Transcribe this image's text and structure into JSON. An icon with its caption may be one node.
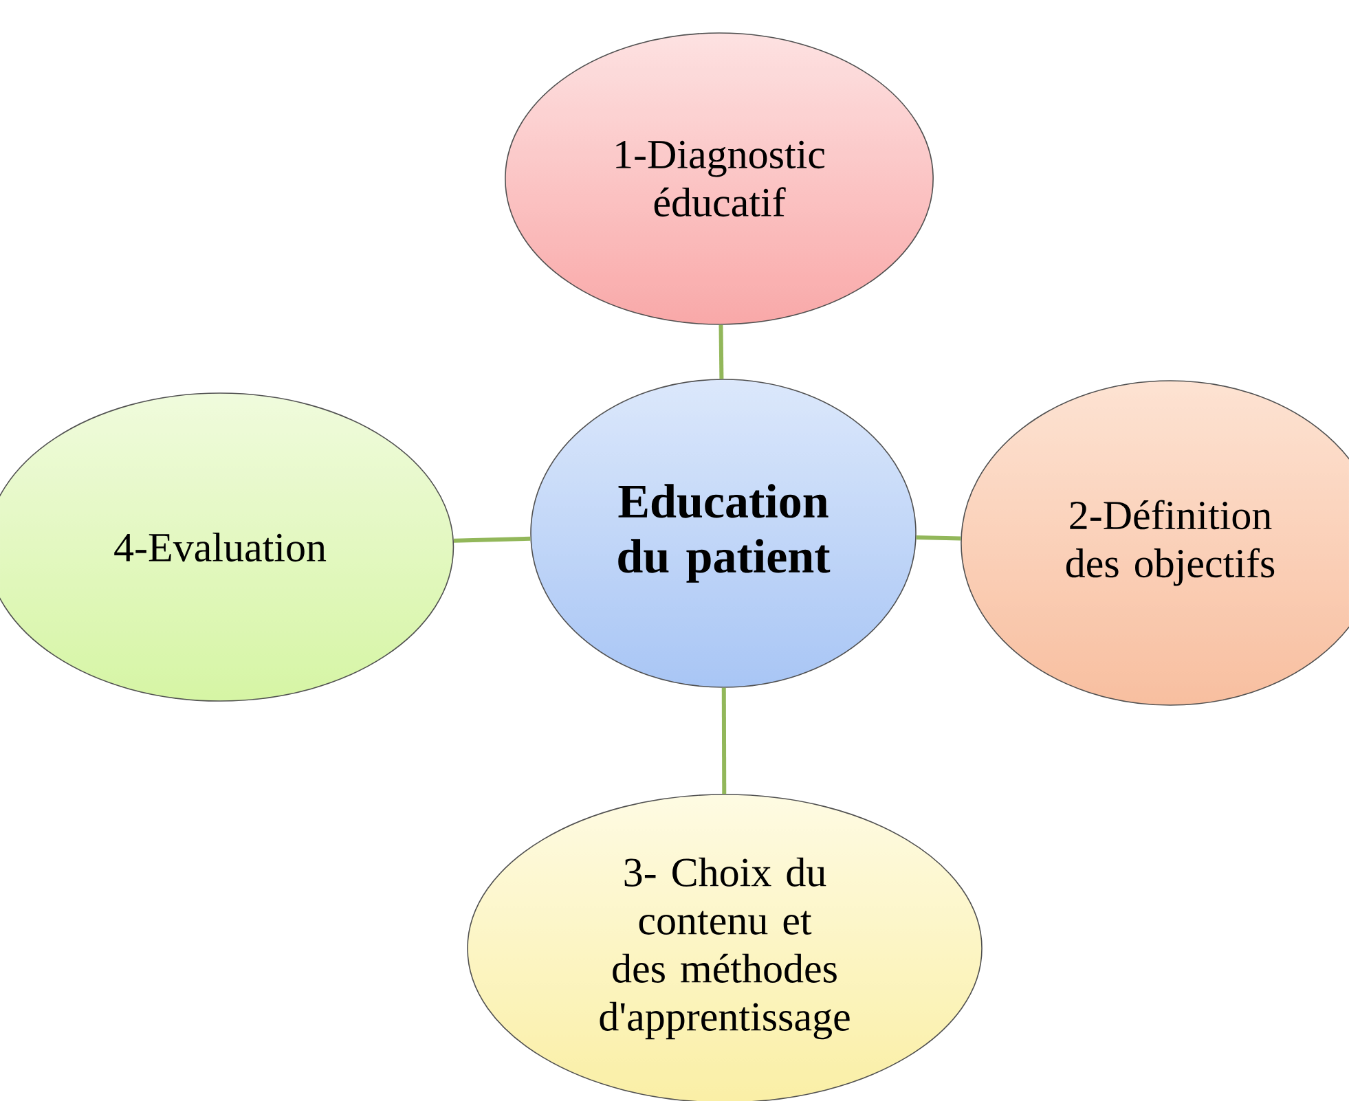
{
  "diagram": {
    "nodes": [
      {
        "text": [
          "Education du patient"
        ]
      },
      {
        "text": [
          "1-Diagnostic éducatif"
        ]
      },
      {
        "text": [
          "2-Définition des objectifs"
        ]
      },
      {
        "text": [
          "3- Choix du contenu et des méthodes d'apprentissage"
        ]
      },
      {
        "text": [
          "4-Evaluation"
        ]
      }
    ],
    "edges": [
      {
        "from": 0,
        "to": 1,
        "arrow": "none"
      },
      {
        "from": 0,
        "to": 2,
        "arrow": "none"
      },
      {
        "from": 0,
        "to": 3,
        "arrow": "none"
      },
      {
        "from": 0,
        "to": 4,
        "arrow": "none"
      }
    ]
  }
}
